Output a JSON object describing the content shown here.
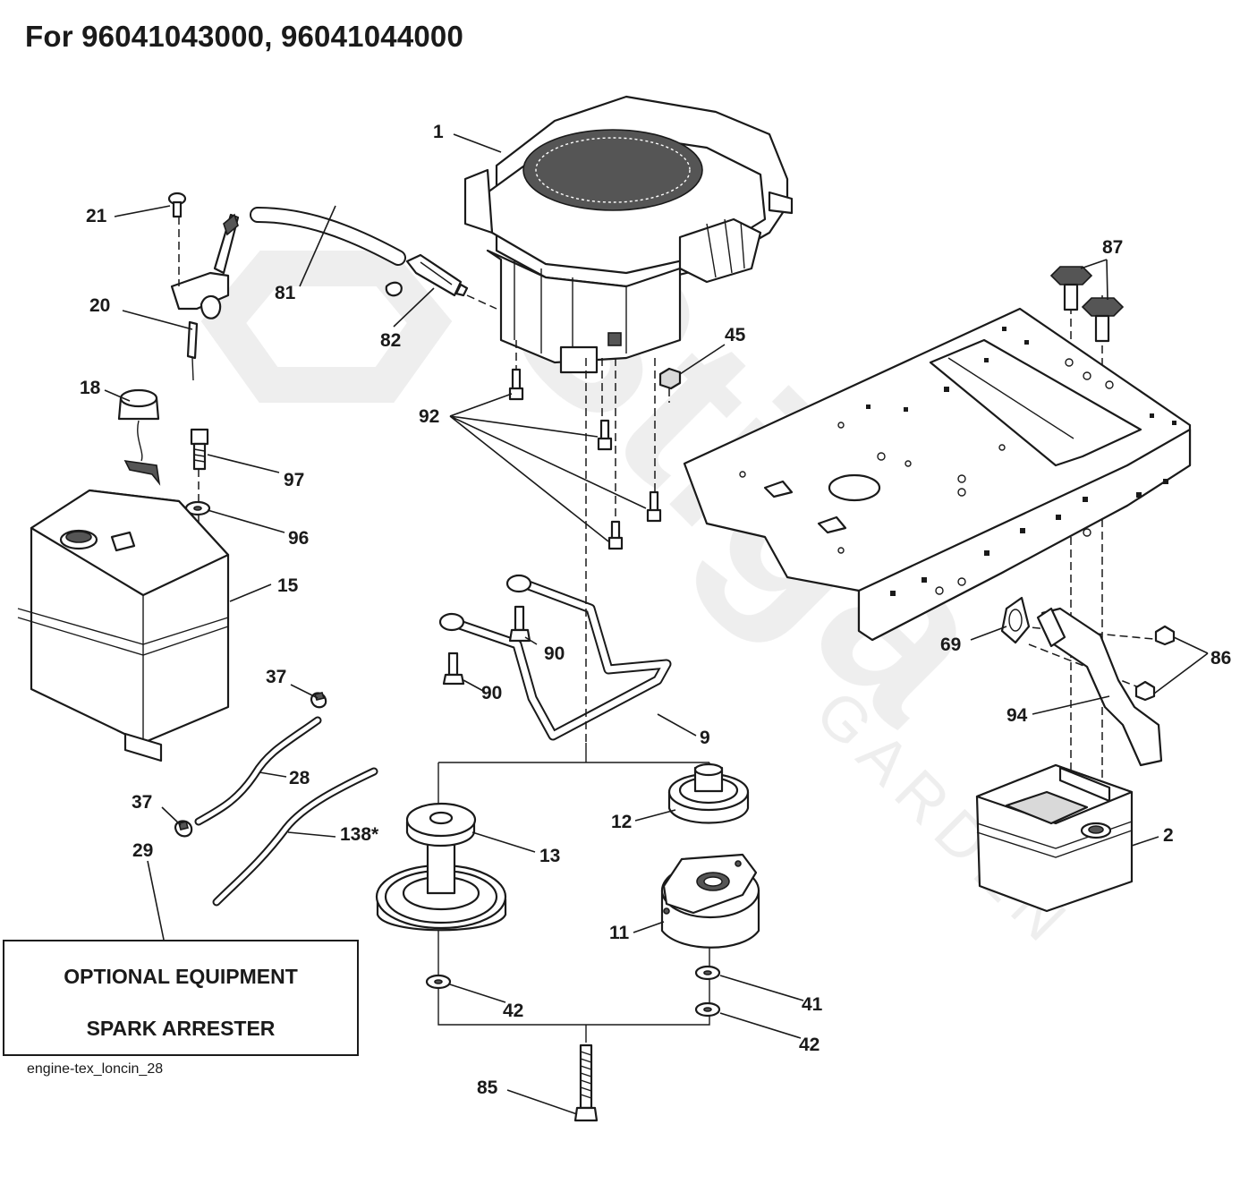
{
  "title": "For 96041043000, 96041044000",
  "watermark": {
    "brand": "Stiga",
    "sub": "GARDEN"
  },
  "optional_box": {
    "line1": "OPTIONAL EQUIPMENT",
    "line2": "SPARK ARRESTER"
  },
  "footer_code": "engine-tex_loncin_28",
  "callouts": {
    "c1": "1",
    "c2": "2",
    "c9": "9",
    "c11": "11",
    "c12": "12",
    "c13": "13",
    "c15": "15",
    "c18": "18",
    "c20": "20",
    "c21": "21",
    "c28": "28",
    "c29": "29",
    "c37a": "37",
    "c37b": "37",
    "c41": "41",
    "c42a": "42",
    "c42b": "42",
    "c45": "45",
    "c69": "69",
    "c81": "81",
    "c82": "82",
    "c85": "85",
    "c86": "86",
    "c87": "87",
    "c90a": "90",
    "c90b": "90",
    "c92": "92",
    "c94": "94",
    "c96": "96",
    "c97": "97",
    "c138": "138*"
  }
}
